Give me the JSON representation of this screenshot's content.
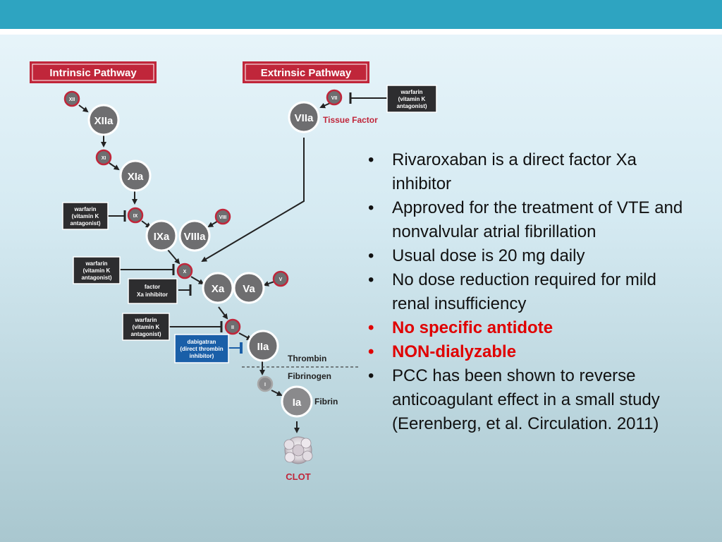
{
  "diagram": {
    "intrinsic_label": "Intrinsic Pathway",
    "extrinsic_label": "Extrinsic Pathway",
    "small": {
      "xii": "XII",
      "xi": "XI",
      "ix": "IX",
      "viii": "VIII",
      "vii": "VII",
      "x": "X",
      "v": "V",
      "ii": "II",
      "i": "I"
    },
    "big": {
      "xiia": "XIIa",
      "xia": "XIa",
      "ixa": "IXa",
      "viiia": "VIIIa",
      "viia": "VIIa",
      "xa": "Xa",
      "va": "Va",
      "iia": "IIa",
      "ia": "Ia"
    },
    "tissue_factor": "Tissue Factor",
    "warfarin_lines": [
      "warfarin",
      "(vitamin K",
      "antagonist)"
    ],
    "factor_xa_inhibitor_lines": [
      "factor",
      "Xa inhibitor"
    ],
    "dabigatran_lines": [
      "dabigatran",
      "(direct thrombin",
      "inhibitor)"
    ],
    "thrombin": "Thrombin",
    "fibrinogen": "Fibrinogen",
    "fibrin": "Fibrin",
    "clot": "CLOT"
  },
  "bullets": [
    {
      "text": "Rivaroxaban is a direct factor Xa inhibitor",
      "highlight": false
    },
    {
      "text": "Approved for the treatment of VTE and nonvalvular atrial fibrillation",
      "highlight": false
    },
    {
      "text": "Usual dose is 20 mg daily",
      "highlight": false
    },
    {
      "text": "No dose reduction required for mild renal insufficiency",
      "highlight": false
    },
    {
      "text": "No specific antidote",
      "highlight": true
    },
    {
      "text": "NON-dialyzable",
      "highlight": true
    },
    {
      "text": "PCC has been shown to reverse anticoagulant effect in a small study (Eerenberg, et al. Circulation. 2011)",
      "highlight": false
    }
  ],
  "colors": {
    "accent": "#2ea4c1",
    "header_red": "#c0263a",
    "node_gray": "#6e6e70",
    "highlight_red": "#e00000"
  }
}
